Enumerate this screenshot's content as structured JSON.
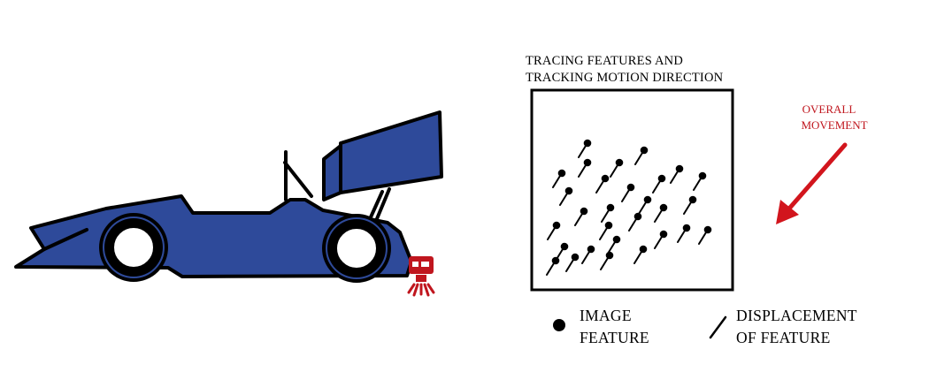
{
  "panel": {
    "caption_line1": "TRACING FEATURES AND",
    "caption_line2": "TRACKING MOTION DIRECTION"
  },
  "arrow_label": {
    "line1": "OVERALL",
    "line2": "MOVEMENT"
  },
  "legend": {
    "feature_line1": "IMAGE",
    "feature_line2": "FEATURE",
    "displacement_line1": "DISPLACEMENT",
    "displacement_line2": "OF FEATURE"
  },
  "icons": {
    "car": "race-car-icon",
    "sensor": "optical-flow-sensor-icon",
    "arrow": "diagonal-arrow-icon"
  },
  "colors": {
    "car_body": "#2e4a9a",
    "outline": "#000000",
    "accent_red": "#c0161e"
  }
}
